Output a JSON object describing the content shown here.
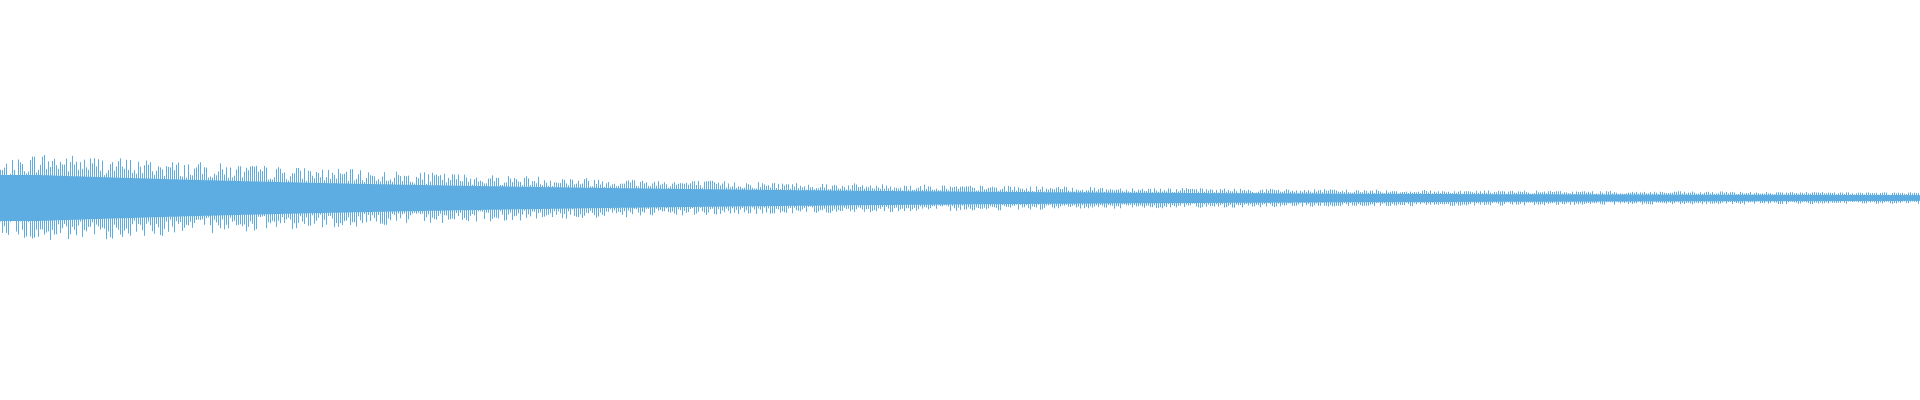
{
  "waveform": {
    "color": "#5dade2",
    "background": "#ffffff",
    "envelope": {
      "peak_amplitude": 1.0,
      "attack_fraction": 0.02,
      "decay_rate": 3.2,
      "floor_amplitude": 0.09
    }
  }
}
